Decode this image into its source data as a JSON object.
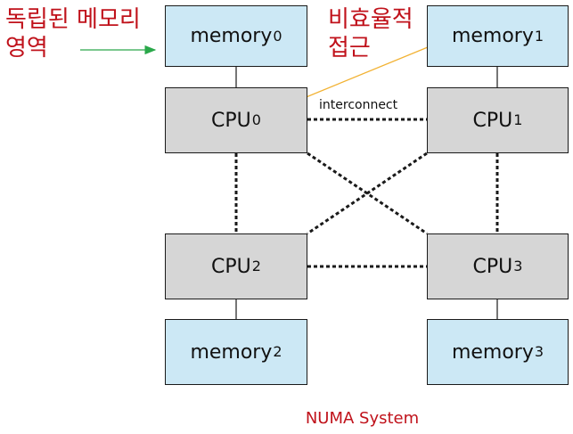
{
  "annotations": {
    "local_memory": [
      "독립된 메모리",
      "영역"
    ],
    "nonuniform_access": [
      "비효율적",
      "접근"
    ]
  },
  "nodes": {
    "memory0": {
      "label": "memory",
      "sub": "0"
    },
    "memory1": {
      "label": "memory",
      "sub": "1"
    },
    "cpu0": {
      "label": "CPU",
      "sub": "0"
    },
    "cpu1": {
      "label": "CPU",
      "sub": "1"
    },
    "cpu2": {
      "label": "CPU",
      "sub": "2"
    },
    "cpu3": {
      "label": "CPU",
      "sub": "3"
    },
    "memory2": {
      "label": "memory",
      "sub": "2"
    },
    "memory3": {
      "label": "memory",
      "sub": "3"
    }
  },
  "interconnect_label": "interconnect",
  "caption": "NUMA System",
  "colors": {
    "memory_fill": "#cce8f5",
    "cpu_fill": "#d6d6d6",
    "annotation": "#c0121b",
    "green_arrow": "#2aa84a",
    "orange_arrow": "#f2b233"
  }
}
